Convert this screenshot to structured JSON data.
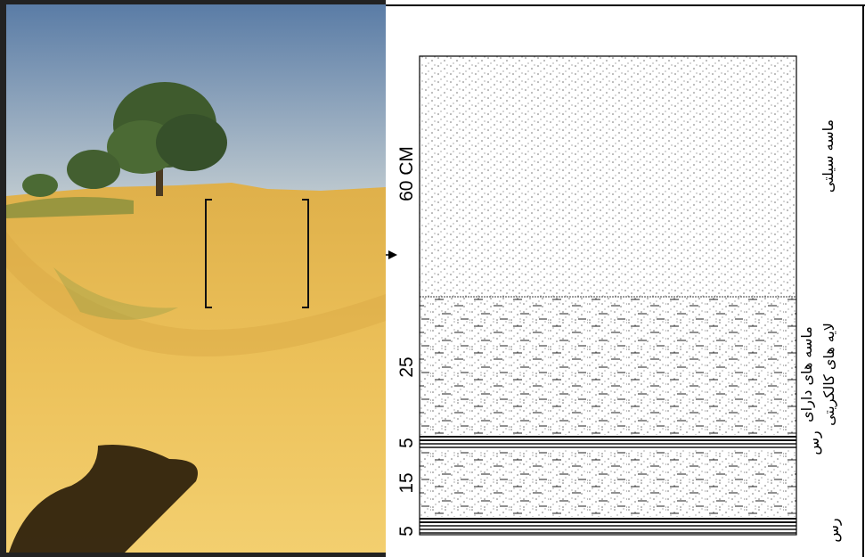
{
  "photo": {
    "colors": {
      "sky_top": "#5d7fa6",
      "sky_bottom": "#b9c7cf",
      "sand": "#e7b548",
      "sand_light": "#f0c865",
      "tree": "#3e5a2c",
      "shadow": "#2a1d0a"
    }
  },
  "diagram": {
    "layers": [
      {
        "id": "silty-sand",
        "thickness": "60 CM",
        "label_lines": [
          "ماسه سیلتی"
        ],
        "pattern": "dots"
      },
      {
        "id": "sand-with-calcrete-upper",
        "thickness": "25",
        "label_lines": [
          "ماسه های دارای",
          "لایه های کالکریتی"
        ],
        "pattern": "dots-dashes"
      },
      {
        "id": "clay-upper",
        "thickness": "5",
        "label_lines": [
          "رس"
        ],
        "pattern": "lines"
      },
      {
        "id": "sand-with-calcrete-lower",
        "thickness": "15",
        "label_lines": [],
        "pattern": "dots-dashes"
      },
      {
        "id": "clay-lower",
        "thickness": "5",
        "label_lines": [
          "رس"
        ],
        "pattern": "lines"
      }
    ],
    "colors": {
      "dot": "#666666",
      "dash": "#222222",
      "line": "#111111",
      "border": "#000000"
    }
  }
}
